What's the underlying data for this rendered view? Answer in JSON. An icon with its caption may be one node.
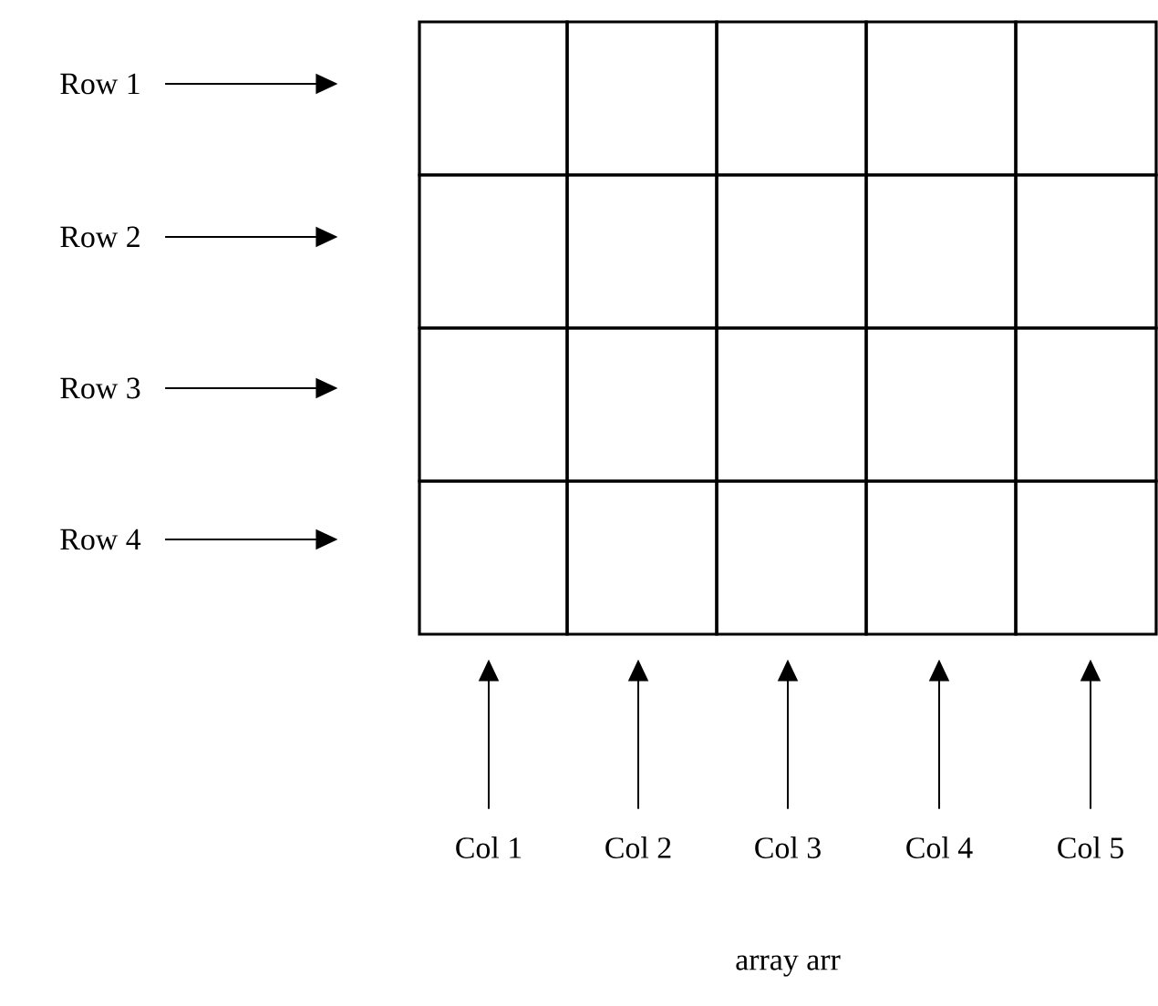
{
  "diagram": {
    "caption": "array arr",
    "nodes": [
      {
        "text": [],
        "shape": "box"
      },
      {
        "text": [],
        "shape": "box"
      },
      {
        "text": [],
        "shape": "box"
      },
      {
        "text": [],
        "shape": "box"
      },
      {
        "text": [],
        "shape": "box"
      },
      {
        "text": [],
        "shape": "box"
      },
      {
        "text": [],
        "shape": "box"
      },
      {
        "text": [],
        "shape": "box"
      },
      {
        "text": [],
        "shape": "box"
      },
      {
        "text": [],
        "shape": "box"
      },
      {
        "text": [],
        "shape": "box"
      },
      {
        "text": [],
        "shape": "box"
      },
      {
        "text": [],
        "shape": "box"
      },
      {
        "text": [],
        "shape": "box"
      },
      {
        "text": [],
        "shape": "box"
      },
      {
        "text": [],
        "shape": "box"
      },
      {
        "text": [],
        "shape": "box"
      },
      {
        "text": [],
        "shape": "box"
      },
      {
        "text": [],
        "shape": "box"
      },
      {
        "text": [],
        "shape": "box"
      },
      {
        "text": [
          "Row 1"
        ]
      },
      {
        "text": [
          "Row 2"
        ]
      },
      {
        "text": [
          "Row 3"
        ]
      },
      {
        "text": [
          "Row 4"
        ]
      },
      {
        "text": [
          "Col 1"
        ]
      },
      {
        "text": [
          "Col 2"
        ]
      },
      {
        "text": [
          "Col 3"
        ]
      },
      {
        "text": [
          "Col 4"
        ]
      },
      {
        "text": [
          "Col 5"
        ]
      }
    ],
    "edges": [
      {
        "from": 20,
        "to": 0,
        "arrow": "to"
      },
      {
        "from": 21,
        "to": 5,
        "arrow": "to"
      },
      {
        "from": 22,
        "to": 10,
        "arrow": "to"
      },
      {
        "from": 23,
        "to": 15,
        "arrow": "to"
      },
      {
        "from": 24,
        "to": 15,
        "arrow": "to"
      },
      {
        "from": 25,
        "to": 16,
        "arrow": "to"
      },
      {
        "from": 26,
        "to": 17,
        "arrow": "to"
      },
      {
        "from": 27,
        "to": 18,
        "arrow": "to"
      },
      {
        "from": 28,
        "to": 19,
        "arrow": "to"
      }
    ]
  }
}
